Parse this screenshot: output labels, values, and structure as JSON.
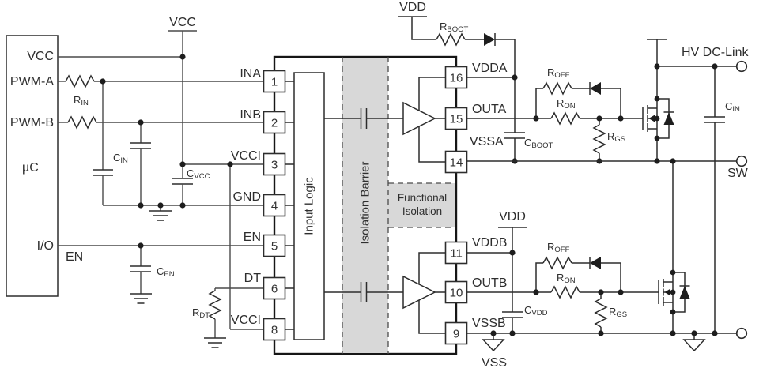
{
  "figure": {
    "type": "circuit-schematic",
    "description": "Isolated dual-channel gate driver application diagram driving a half-bridge power stage"
  },
  "supplies": {
    "vcc": "VCC",
    "vdd_top": "VDD",
    "vdd_bottom": "VDD",
    "vss": "VSS"
  },
  "mcu": {
    "label": "µC",
    "pin_vcc": "VCC",
    "pin_pwm_a": "PWM-A",
    "pin_pwm_b": "PWM-B",
    "pin_io": "I/O",
    "net_en": "EN"
  },
  "ic": {
    "input_logic": "Input Logic",
    "isolation_barrier": "Isolation Barrier",
    "functional_isolation": "Functional Isolation",
    "left_pins": [
      {
        "num": "1",
        "name": "INA"
      },
      {
        "num": "2",
        "name": "INB"
      },
      {
        "num": "3",
        "name": "VCCI"
      },
      {
        "num": "4",
        "name": "GND"
      },
      {
        "num": "5",
        "name": "EN"
      },
      {
        "num": "6",
        "name": "DT"
      },
      {
        "num": "8",
        "name": "VCCI"
      }
    ],
    "right_pins": [
      {
        "num": "16",
        "name": "VDDA"
      },
      {
        "num": "15",
        "name": "OUTA"
      },
      {
        "num": "14",
        "name": "VSSA"
      },
      {
        "num": "11",
        "name": "VDDB"
      },
      {
        "num": "10",
        "name": "OUTB"
      },
      {
        "num": "9",
        "name": "VSSB"
      }
    ]
  },
  "components": {
    "rin": {
      "main": "R",
      "sub": "IN"
    },
    "cin_left": {
      "main": "C",
      "sub": "IN"
    },
    "cvcc": {
      "main": "C",
      "sub": "VCC"
    },
    "cen": {
      "main": "C",
      "sub": "EN"
    },
    "rdt": {
      "main": "R",
      "sub": "DT"
    },
    "rboot": {
      "main": "R",
      "sub": "BOOT"
    },
    "cboot": {
      "main": "C",
      "sub": "BOOT"
    },
    "roff_a": {
      "main": "R",
      "sub": "OFF"
    },
    "ron_a": {
      "main": "R",
      "sub": "ON"
    },
    "rgs_a": {
      "main": "R",
      "sub": "GS"
    },
    "cin_right": {
      "main": "C",
      "sub": "IN"
    },
    "roff_b": {
      "main": "R",
      "sub": "OFF"
    },
    "ron_b": {
      "main": "R",
      "sub": "ON"
    },
    "rgs_b": {
      "main": "R",
      "sub": "GS"
    },
    "cvdd": {
      "main": "C",
      "sub": "VDD"
    }
  },
  "terminals": {
    "hv_dc_link": "HV DC-Link",
    "sw": "SW"
  },
  "colors": {
    "isolation_fill": "#d8d8d8",
    "wire": "#4a4a4a",
    "ink": "#2d2d2d"
  }
}
